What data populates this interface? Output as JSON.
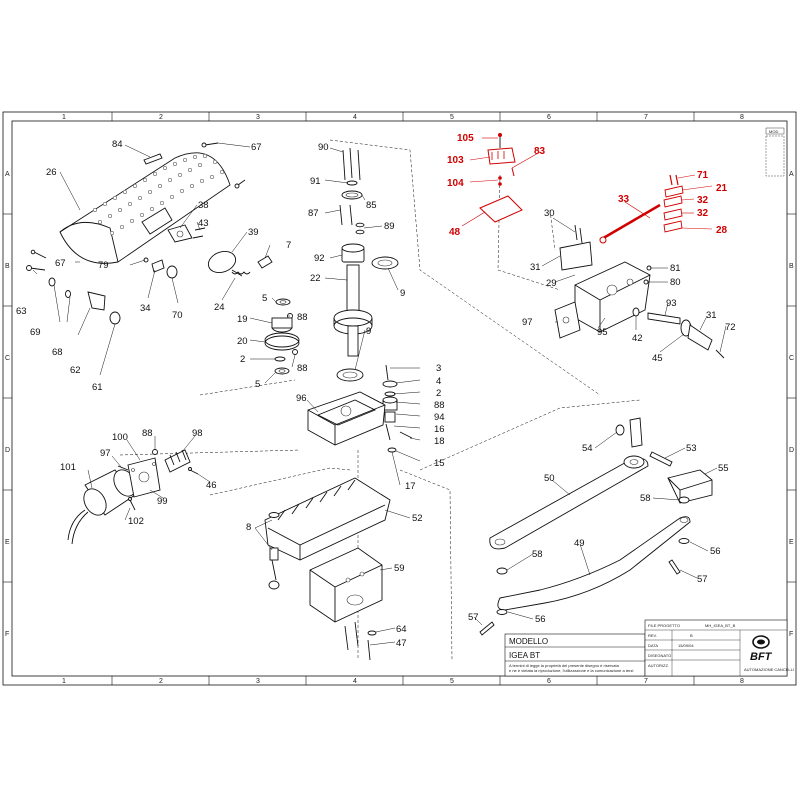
{
  "sheet": {
    "columns": [
      "1",
      "2",
      "3",
      "4",
      "5",
      "6",
      "7",
      "8"
    ],
    "rows": [
      "A",
      "B",
      "C",
      "D",
      "E",
      "F"
    ],
    "corner_mark": "MOD"
  },
  "callouts_black": [
    "84",
    "67",
    "26",
    "38",
    "43",
    "39",
    "7",
    "67",
    "63",
    "69",
    "68",
    "62",
    "61",
    "79",
    "34",
    "70",
    "24",
    "90",
    "91",
    "85",
    "87",
    "89",
    "92",
    "22",
    "9",
    "5",
    "88",
    "19",
    "20",
    "2",
    "88",
    "5",
    "9",
    "3",
    "4",
    "2",
    "88",
    "94",
    "16",
    "18",
    "15",
    "17",
    "96",
    "100",
    "88",
    "98",
    "97",
    "101",
    "99",
    "102",
    "46",
    "8",
    "52",
    "59",
    "64",
    "47",
    "30",
    "31",
    "29",
    "97",
    "95",
    "81",
    "80",
    "93",
    "31",
    "72",
    "42",
    "45",
    "54",
    "53",
    "55",
    "50",
    "58",
    "49",
    "58",
    "56",
    "57",
    "57",
    "56"
  ],
  "callouts_red": [
    "105",
    "103",
    "83",
    "104",
    "48",
    "33",
    "71",
    "21",
    "32",
    "32",
    "28"
  ],
  "title_block": {
    "modello_label": "MODELLO",
    "model_name": "IGEA BT",
    "disclaimer_line1": "A termini di legge la proprietà del presente disegno è riservata",
    "disclaimer_line2": "e ne è vietata la riproduzione, l'utilizzazione e la comunicazione a terzi",
    "file_label": "FILE PROGETTO",
    "file_value": "MH_IGEA_BT_B",
    "rev_label": "REV.",
    "rev_value": "B",
    "data_label": "DATA",
    "data_value": "15/09/04",
    "disegnato_label": "DISEGNATO",
    "autor_label": "AUTORIZZ.",
    "brand": "BFT",
    "brand_sub": "AUTOMAZIONE CANCELLI"
  },
  "colors": {
    "line": "#111111",
    "highlight": "#d10000",
    "paper": "#ffffff"
  }
}
